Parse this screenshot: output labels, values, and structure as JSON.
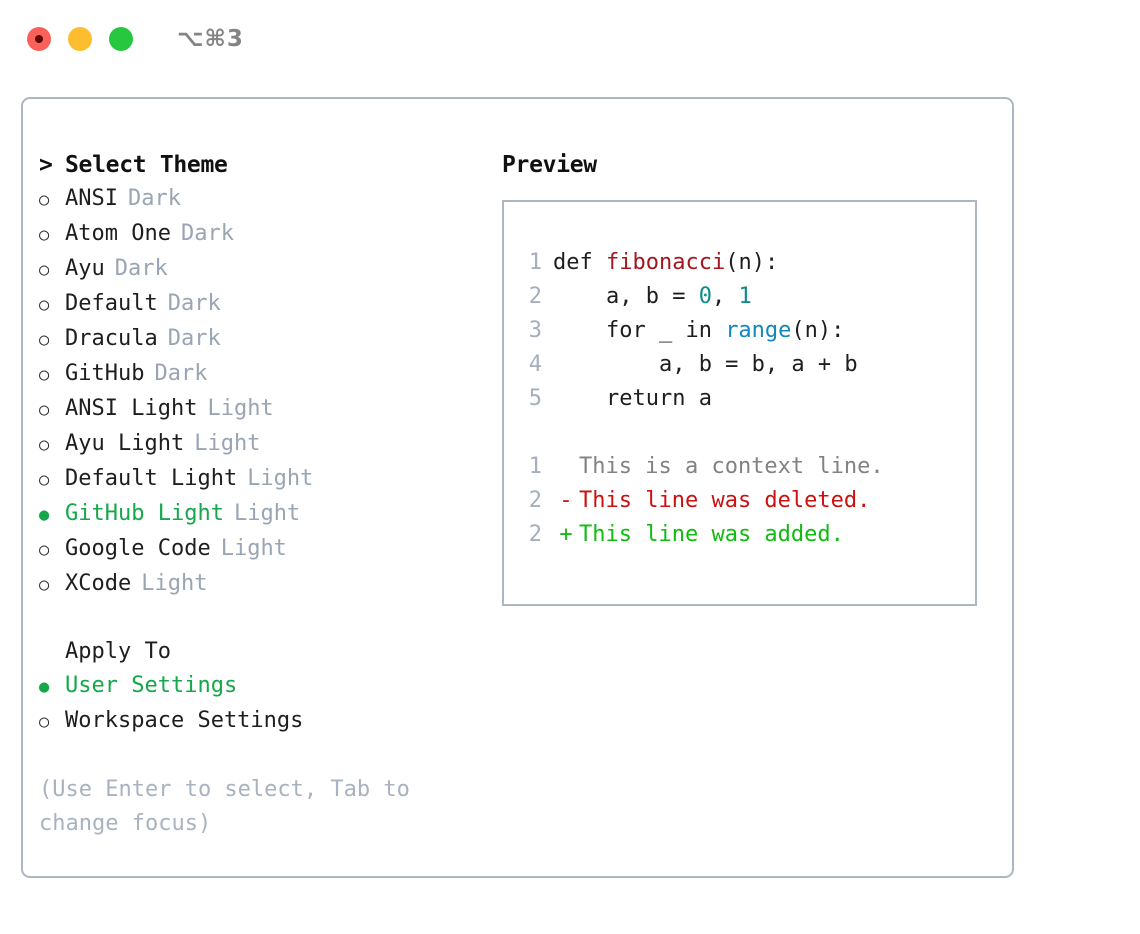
{
  "titlebar": {
    "shortcut": "⌥⌘3",
    "buttons": [
      {
        "name": "close",
        "color": "#FB6159"
      },
      {
        "name": "minimize",
        "color": "#FCBD2E"
      },
      {
        "name": "maximize",
        "color": "#27C840"
      }
    ]
  },
  "colors": {
    "accent_green": "#15A84A",
    "muted": "#9AA5B4",
    "border": "#AEB6C4",
    "fn_red": "#A4161F",
    "number_teal": "#0E8B8B",
    "call_blue": "#1186C0",
    "diff_delete": "#CC1111",
    "diff_add": "#11BB11",
    "diff_context": "#828282"
  },
  "left": {
    "heading": "Select Theme",
    "heading_caret": ">",
    "bullet_off": "○",
    "bullet_on": "●",
    "themes": [
      {
        "name": "ANSI",
        "tag": "Dark",
        "selected": false
      },
      {
        "name": "Atom One",
        "tag": "Dark",
        "selected": false
      },
      {
        "name": "Ayu",
        "tag": "Dark",
        "selected": false
      },
      {
        "name": "Default",
        "tag": "Dark",
        "selected": false
      },
      {
        "name": "Dracula",
        "tag": "Dark",
        "selected": false
      },
      {
        "name": "GitHub",
        "tag": "Dark",
        "selected": false
      },
      {
        "name": "ANSI Light",
        "tag": "Light",
        "selected": false
      },
      {
        "name": "Ayu Light",
        "tag": "Light",
        "selected": false
      },
      {
        "name": "Default Light",
        "tag": "Light",
        "selected": false
      },
      {
        "name": "GitHub Light",
        "tag": "Light",
        "selected": true
      },
      {
        "name": "Google Code",
        "tag": "Light",
        "selected": false
      },
      {
        "name": "XCode",
        "tag": "Light",
        "selected": false
      }
    ],
    "apply_to_title": "Apply To",
    "apply_to": [
      {
        "label": "User Settings",
        "selected": true
      },
      {
        "label": "Workspace Settings",
        "selected": false
      }
    ],
    "hint": "(Use Enter to select, Tab to change focus)"
  },
  "right": {
    "title": "Preview",
    "code_lines": [
      {
        "no": "1",
        "tokens": [
          {
            "t": "def ",
            "k": "plain"
          },
          {
            "t": "fibonacci",
            "k": "fn"
          },
          {
            "t": "(n):",
            "k": "plain"
          }
        ]
      },
      {
        "no": "2",
        "tokens": [
          {
            "t": "    a, b = ",
            "k": "plain"
          },
          {
            "t": "0",
            "k": "num"
          },
          {
            "t": ", ",
            "k": "plain"
          },
          {
            "t": "1",
            "k": "num"
          }
        ]
      },
      {
        "no": "3",
        "tokens": [
          {
            "t": "    for _ in ",
            "k": "plain"
          },
          {
            "t": "range",
            "k": "call"
          },
          {
            "t": "(n):",
            "k": "plain"
          }
        ]
      },
      {
        "no": "4",
        "tokens": [
          {
            "t": "        a, b = b, a + b",
            "k": "plain"
          }
        ]
      },
      {
        "no": "5",
        "tokens": [
          {
            "t": "    return a",
            "k": "plain"
          }
        ]
      }
    ],
    "diff_lines": [
      {
        "no": "1",
        "mark": " ",
        "text": "This is a context line.",
        "kind": "context"
      },
      {
        "no": "2",
        "mark": "-",
        "text": "This line was deleted.",
        "kind": "delete"
      },
      {
        "no": "2",
        "mark": "+",
        "text": "This line was added.",
        "kind": "add"
      }
    ]
  }
}
